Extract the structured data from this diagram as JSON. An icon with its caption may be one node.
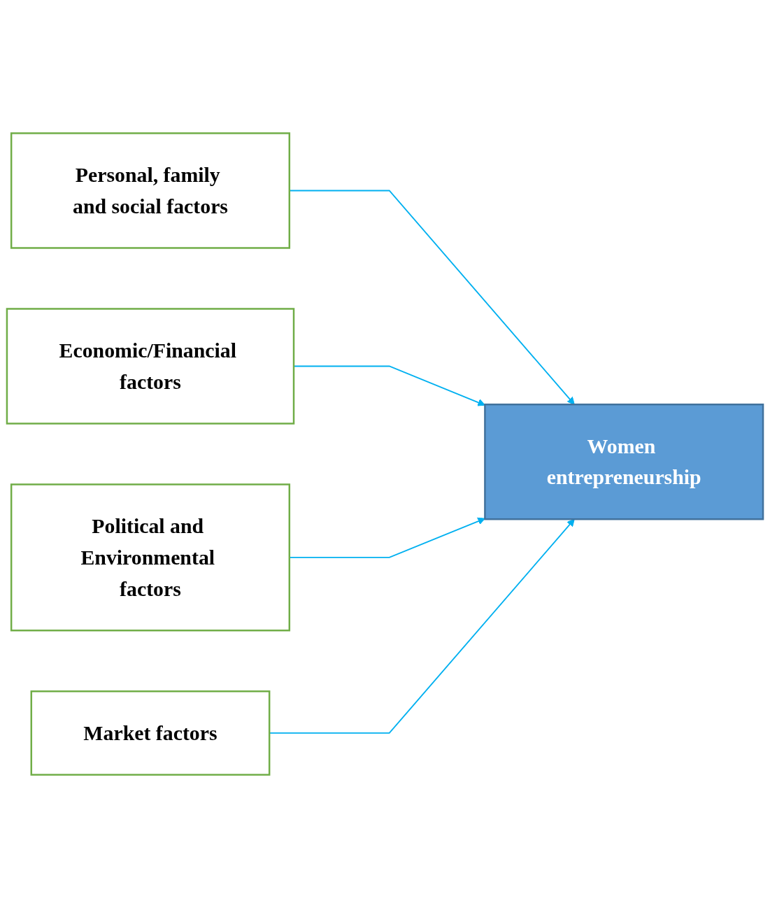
{
  "diagram": {
    "nodes": [
      {
        "text": [
          "Personal, family and social factors"
        ]
      },
      {
        "text": [
          "Economic/Financial factors"
        ]
      },
      {
        "text": [
          "Political and Environmental factors"
        ]
      },
      {
        "text": [
          "Market factors"
        ]
      },
      {
        "text": [
          "Women entrepreneurship"
        ]
      }
    ],
    "edges": [
      {
        "from": 0,
        "to": 4,
        "arrow": "to"
      },
      {
        "from": 1,
        "to": 4,
        "arrow": "to"
      },
      {
        "from": 2,
        "to": 4,
        "arrow": "to"
      },
      {
        "from": 3,
        "to": 4,
        "arrow": "to"
      }
    ]
  }
}
